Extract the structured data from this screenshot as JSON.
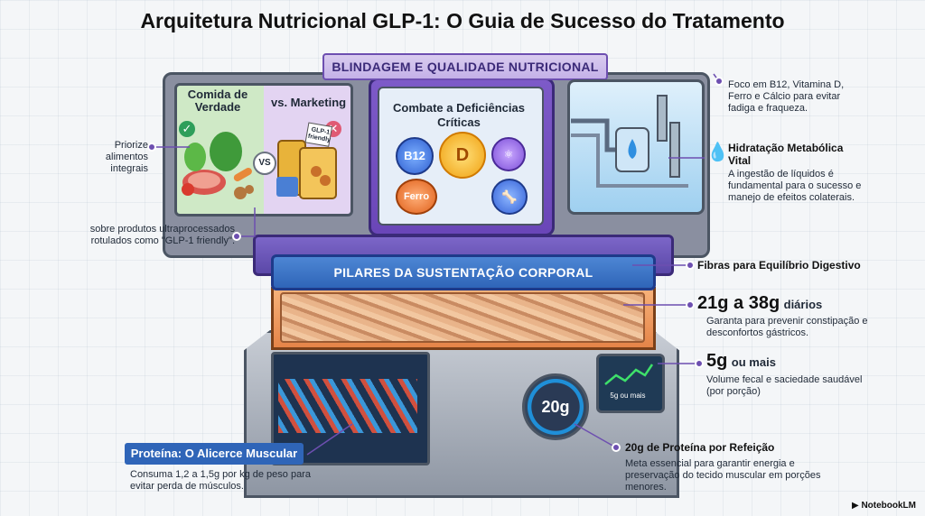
{
  "title": "Arquitetura Nutricional GLP-1: O Guia de Sucesso do Tratamento",
  "top_banner": "BLINDAGEM E QUALIDADE NUTRICIONAL",
  "food_panel": {
    "left_label": "Comida de Verdade",
    "right_label": "vs. Marketing",
    "vs": "VS",
    "package_label": "GLP-1 friendly",
    "check": "✓",
    "cross": "✕"
  },
  "center_panel": {
    "label": "Combate a Deficiências Críticas",
    "b12": "B12",
    "vitd": "D",
    "iron": "Ferro"
  },
  "pillars_banner": "PILARES DA SUSTENTAÇÃO CORPORAL",
  "gauge_value": "20g",
  "screen_label": "5g ou mais",
  "callouts": {
    "prioritize": "Priorize alimentos integrais",
    "ultra": "sobre produtos ultraprocessados rotulados como \"GLP-1 friendly\".",
    "deficiency": "Foco em B12, Vitamina D, Ferro e Cálcio para evitar fadiga e fraqueza.",
    "hydration_title": "Hidratação Metabólica Vital",
    "hydration_text": "A ingestão de líquidos é fundamental para o sucesso e manejo de efeitos colaterais.",
    "fiber_title": "Fibras para Equilíbrio Digestivo",
    "fiber_range_big": "21g a 38g",
    "fiber_range_small": "diários",
    "fiber_text": "Garanta para prevenir constipação e desconfortos gástricos.",
    "fiber_min_big": "5g",
    "fiber_min_small": "ou mais",
    "fiber_min_text": "Volume fecal e saciedade saudável (por porção)",
    "protein_banner": "Proteína: O Alicerce Muscular",
    "protein_text": "Consuma 1,2 a 1,5g por kg de peso para evitar perda de músculos.",
    "protein_meal_title": "20g de Proteína por Refeição",
    "protein_meal_text": "Meta essencial para garantir energia e preservação do tecido muscular em porções menores."
  },
  "watermark": "NotebookLM",
  "colors": {
    "purple": "#6d4fb0",
    "blue": "#2f65b8",
    "orange": "#e58448",
    "stone": "#8e96a3"
  }
}
